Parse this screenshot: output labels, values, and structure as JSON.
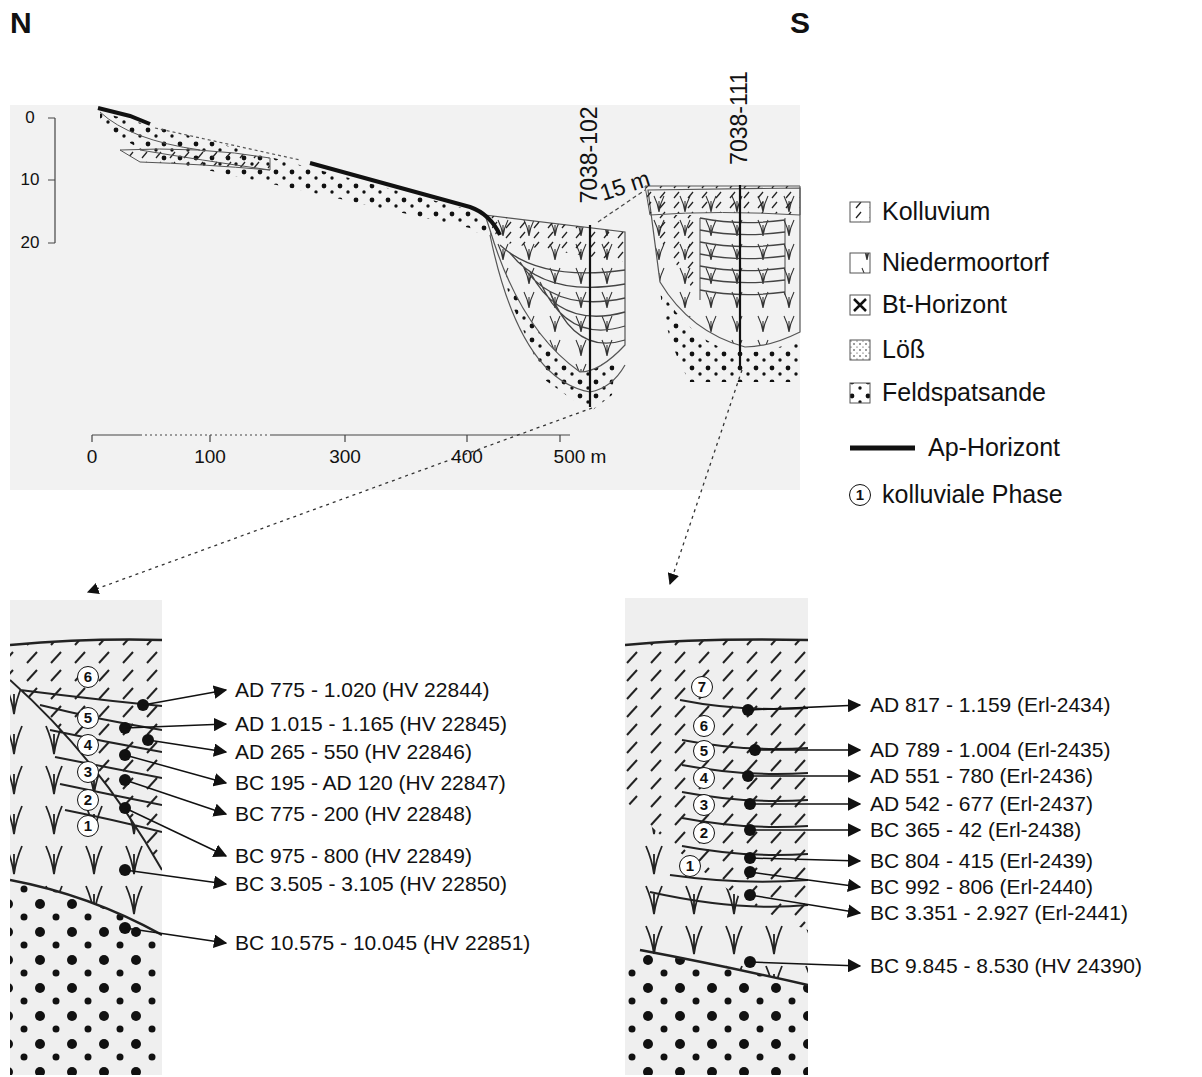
{
  "diagram": {
    "labels": [
      "N",
      "S",
      "0",
      "10",
      "20",
      "7038-102",
      "15 m",
      "7038-111",
      "0",
      "100",
      "300",
      "400",
      "500 m",
      "6",
      "5",
      "4",
      "3",
      "2",
      "1",
      "AD 775 - 1.020 (HV 22844)",
      "AD 1.015 - 1.165 (HV 22845)",
      "AD 265 - 550 (HV 22846)",
      "BC 195 - AD 120 (HV 22847)",
      "BC 775 - 200 (HV 22848)",
      "BC 975 - 800 (HV 22849)",
      "BC 3.505 - 3.105 (HV 22850)",
      "BC 10.575 - 10.045 (HV 22851)",
      "7",
      "6",
      "5",
      "4",
      "3",
      "2",
      "1",
      "AD 817 - 1.159 (Erl-2434)",
      "AD 789 - 1.004 (Erl-2435)",
      "AD 551 - 780 (Erl-2436)",
      "AD 542 - 677 (Erl-2437)",
      "BC 365 - 42 (Erl-2438)",
      "BC 804 - 415 (Erl-2439)",
      "BC 992 - 806 (Erl-2440)",
      "BC 3.351 - 2.927 (Erl-2441)",
      "BC 9.845 - 8.530 (HV 24390)",
      "1"
    ],
    "legend": [
      {
        "text": "Kolluvium"
      },
      {
        "text": "Niedermoortorf"
      },
      {
        "text": "Bt-Horizont"
      },
      {
        "text": "Löß"
      },
      {
        "text": "Feldspatsande"
      },
      {
        "text": "Ap-Horizont"
      },
      {
        "text": "kolluviale Phase"
      }
    ]
  }
}
